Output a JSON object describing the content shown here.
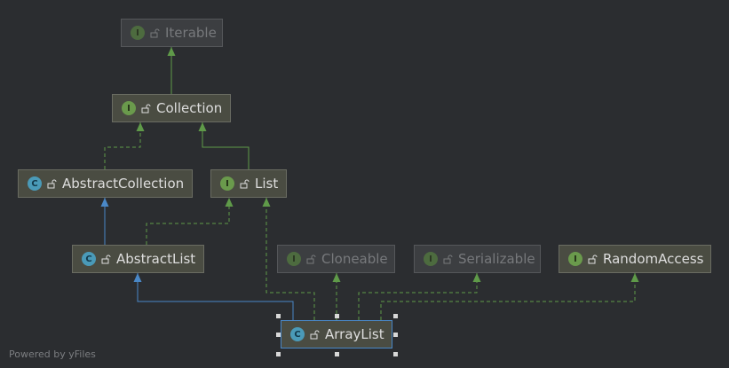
{
  "diagram": {
    "nodes": [
      {
        "id": "iterable",
        "label": "Iterable",
        "kind": "I",
        "dim": true
      },
      {
        "id": "collection",
        "label": "Collection",
        "kind": "I",
        "dim": false
      },
      {
        "id": "abstractcollection",
        "label": "AbstractCollection",
        "kind": "C",
        "dim": false
      },
      {
        "id": "list",
        "label": "List",
        "kind": "I",
        "dim": false
      },
      {
        "id": "abstractlist",
        "label": "AbstractList",
        "kind": "C",
        "dim": false
      },
      {
        "id": "cloneable",
        "label": "Cloneable",
        "kind": "I",
        "dim": true
      },
      {
        "id": "serializable",
        "label": "Serializable",
        "kind": "I",
        "dim": true
      },
      {
        "id": "randomaccess",
        "label": "RandomAccess",
        "kind": "I",
        "dim": false
      },
      {
        "id": "arraylist",
        "label": "ArrayList",
        "kind": "C",
        "dim": false,
        "selected": true
      }
    ],
    "edges": [
      {
        "from": "collection",
        "to": "iterable",
        "type": "extends"
      },
      {
        "from": "abstractcollection",
        "to": "collection",
        "type": "implements"
      },
      {
        "from": "list",
        "to": "collection",
        "type": "extends"
      },
      {
        "from": "abstractlist",
        "to": "abstractcollection",
        "type": "inherits"
      },
      {
        "from": "abstractlist",
        "to": "list",
        "type": "implements"
      },
      {
        "from": "arraylist",
        "to": "abstractlist",
        "type": "inherits"
      },
      {
        "from": "arraylist",
        "to": "list",
        "type": "implements"
      },
      {
        "from": "arraylist",
        "to": "cloneable",
        "type": "implements"
      },
      {
        "from": "arraylist",
        "to": "serializable",
        "type": "implements"
      },
      {
        "from": "arraylist",
        "to": "randomaccess",
        "type": "implements"
      }
    ]
  },
  "colors": {
    "interface_edge": "#5f9a49",
    "class_edge": "#4a88c7"
  },
  "footer": {
    "text": "Powered by yFiles"
  }
}
